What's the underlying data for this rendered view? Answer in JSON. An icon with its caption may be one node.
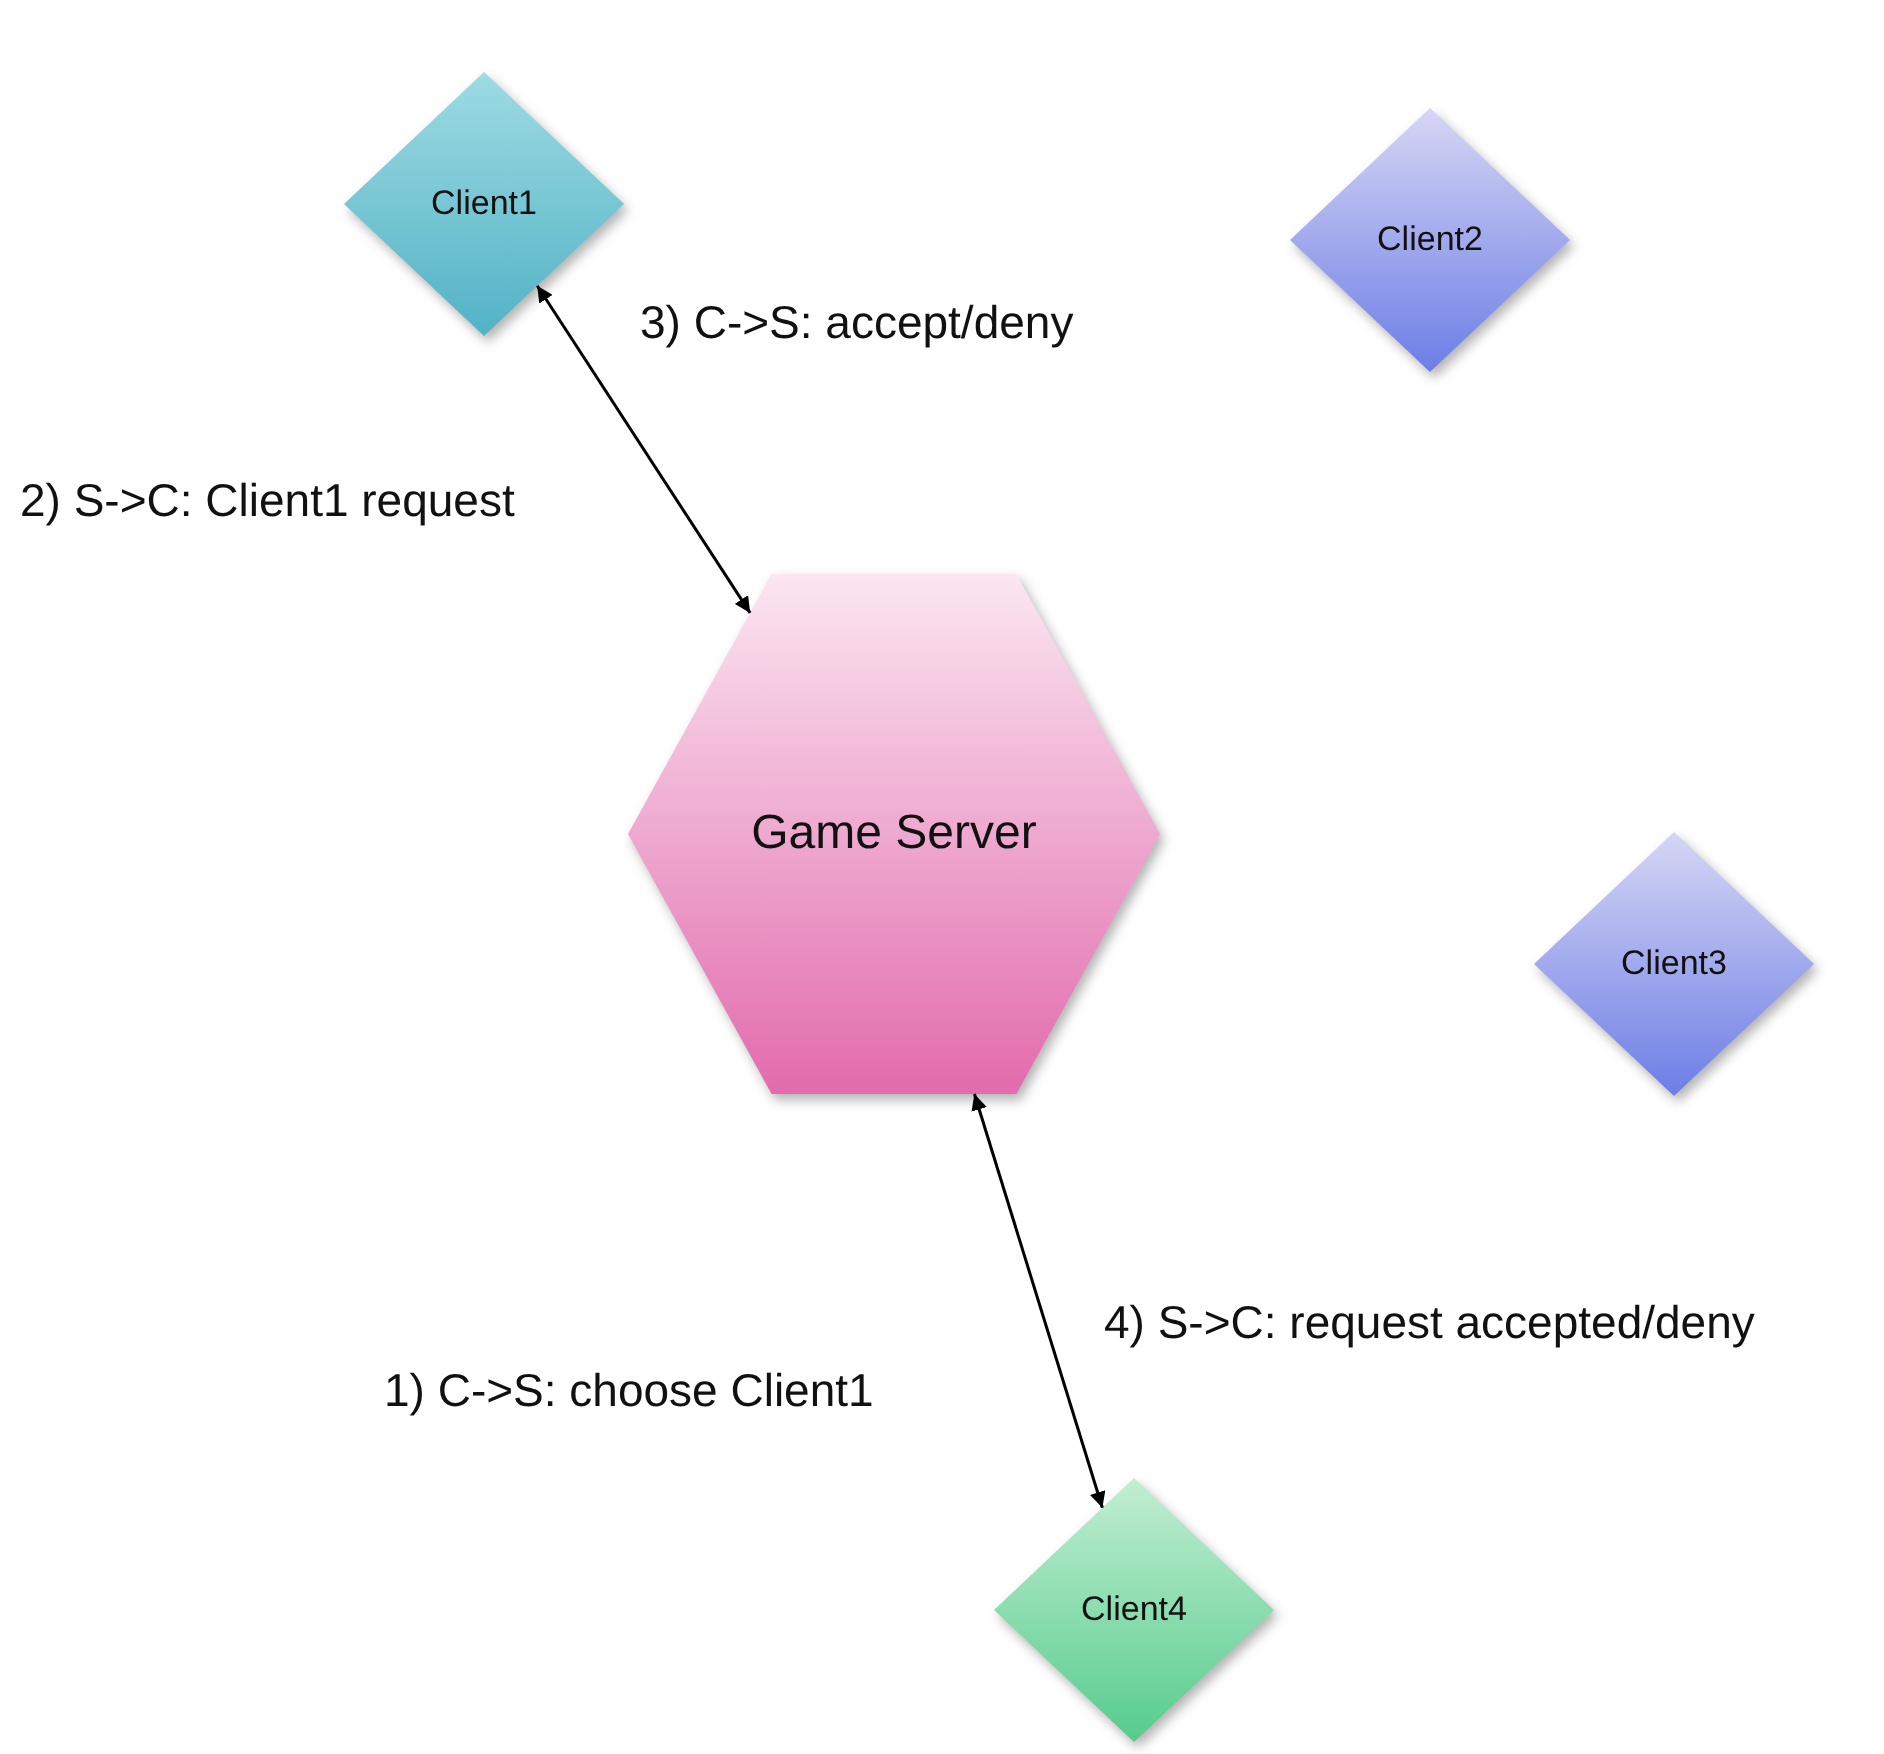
{
  "diagram": {
    "nodes": [
      {
        "text": [
          "Client1"
        ]
      },
      {
        "text": [
          "Client2"
        ]
      },
      {
        "text": [
          "Game Server"
        ]
      },
      {
        "text": [
          "Client3"
        ]
      },
      {
        "text": [
          "Client4"
        ]
      }
    ],
    "edges": [
      {
        "from": 0,
        "to": 2,
        "arrow": "both"
      },
      {
        "from": 2,
        "to": 4,
        "arrow": "both"
      }
    ],
    "labels": [
      "3) C->S: accept/deny",
      "2) S->C: Client1 request",
      "4) S->C: request accepted/deny",
      "1) C->S: choose Client1"
    ]
  }
}
